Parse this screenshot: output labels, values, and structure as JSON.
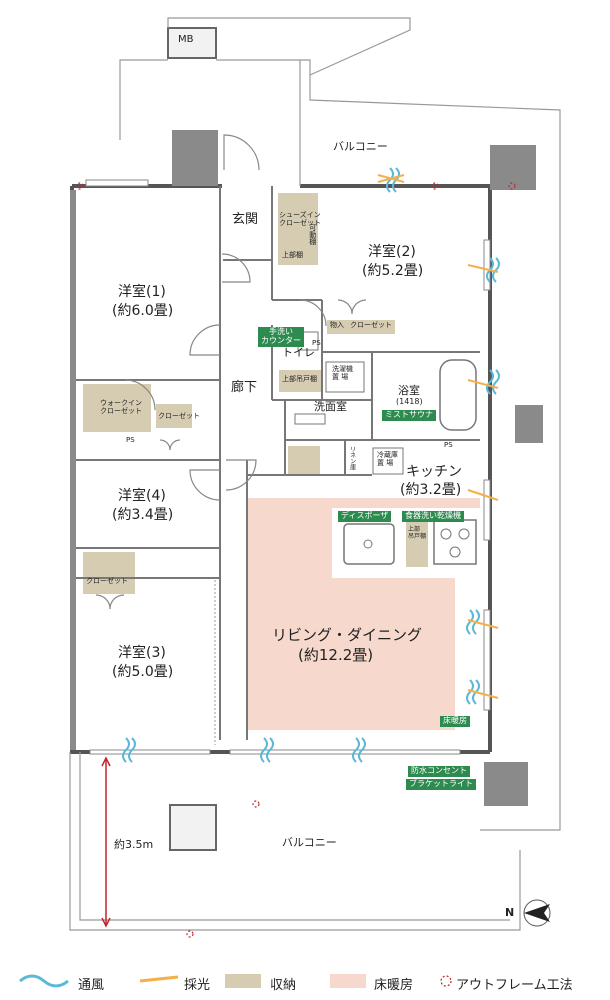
{
  "rooms": {
    "mb": "MB",
    "balcony_top": "バルコニー",
    "entrance": "玄関",
    "shoes_closet": "シューズイン\nクローゼット",
    "movable_shelf": "可動棚",
    "upper_cabinet_a": "上部棚",
    "room2_name": "洋室(2)",
    "room2_size": "(約5.2畳)",
    "room1_name": "洋室(1)",
    "room1_size": "(約6.0畳)",
    "storage": "物入",
    "closet_small": "クローゼット",
    "hand_wash": "手洗い\nカウンター",
    "ps": "PS",
    "toilet": "トイレ",
    "upper_cabinet_b": "上部吊戸棚",
    "washer": "洗濯機\n置 場",
    "corridor": "廊下",
    "washroom": "洗面室",
    "bathroom_name": "浴室",
    "bathroom_size": "(1418)",
    "mist_sauna": "ミストサウナ",
    "walk_in_closet": "ウォークイン\nクローゼット",
    "closet_room1": "クローゼット",
    "linen": "リネン庫",
    "fridge": "冷蔵庫\n置 場",
    "kitchen_name": "キッチン",
    "kitchen_size": "(約3.2畳)",
    "room4_name": "洋室(4)",
    "room4_size": "(約3.4畳)",
    "disposer": "ディスポーザ",
    "dishwasher": "食器洗い乾燥機",
    "upper_cabinet_c": "上部\n吊戸棚",
    "closet_room3": "クローゼット",
    "living_name": "リビング・ダイニング",
    "living_size": "(約12.2畳)",
    "room3_name": "洋室(3)",
    "room3_size": "(約5.0畳)",
    "floor_heating_tag": "床暖房",
    "waterproof_outlet": "防水コンセント",
    "bracket_light": "ブラケットライト",
    "balcony_bottom": "バルコニー",
    "balcony_depth": "約3.5m",
    "compass": "N"
  },
  "legend": {
    "ventilation": "通風",
    "lighting": "採光",
    "storage": "収納",
    "floor_heating": "床暖房",
    "outframe": "アウトフレーム工法"
  },
  "colors": {
    "storage": "#d6ccb2",
    "floor_heating": "#f6d8cc",
    "tag_green": "#2e8b4f",
    "ventilation": "#5bb8d6",
    "lighting": "#f3b04a",
    "dimension": "#c0262d"
  }
}
